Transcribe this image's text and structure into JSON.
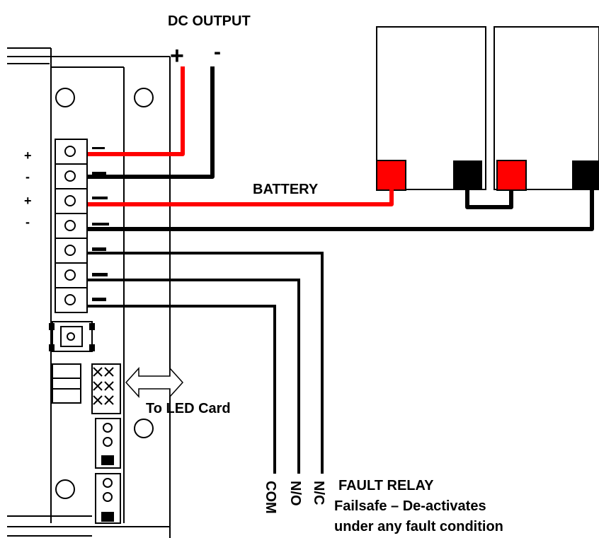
{
  "header": {
    "title": "DC OUTPUT",
    "plus": "+",
    "minus": "-"
  },
  "terminal_polarity": [
    "+",
    "-",
    "+",
    "-"
  ],
  "labels": {
    "battery": "BATTERY",
    "to_led_card": "To LED Card",
    "com": "COM",
    "no": "N/O",
    "nc": "N/C"
  },
  "fault_relay": {
    "title": "FAULT RELAY",
    "line1": "Failsafe – De-activates",
    "line2": "under any fault condition"
  },
  "colors": {
    "positive_wire": "#ff0000",
    "negative_wire": "#000000",
    "battery_positive_terminal": "#ff0000",
    "battery_negative_terminal": "#000000"
  }
}
